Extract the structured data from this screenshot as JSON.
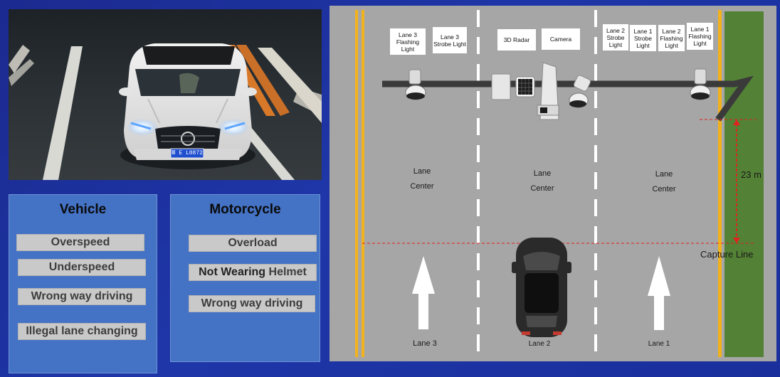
{
  "photo": {
    "plate_text": "Ⅲ E L0872"
  },
  "vehicle_panel": {
    "title": "Vehicle",
    "items": [
      "Overspeed",
      "Underspeed",
      "Wrong way driving",
      "Illegal lane changing"
    ]
  },
  "motorcycle_panel": {
    "title": "Motorcycle",
    "overload": "Overload",
    "helmet_bold": "Not Wearing",
    "helmet_rest": "Helmet",
    "wrong_way": "Wrong way driving"
  },
  "devices": {
    "lane3_flashing": "Lane 3 Flashing Light",
    "lane3_strobe": "Lane 3 Strobe Light",
    "radar": "3D Radar",
    "camera": "Camera",
    "lane2_strobe": "Lane 2 Strobe Light",
    "lane1_strobe": "Lane 1 Strobe Light",
    "lane2_flashing": "Lane 2 Flashing Light",
    "lane1_flashing": "Lane 1 Flashing Light"
  },
  "lanes": {
    "lane3_center": [
      "Lane",
      "Center"
    ],
    "lane2_center": [
      "Lane",
      "Center"
    ],
    "lane1_center": [
      "Lane",
      "Center"
    ],
    "lane3_name": "Lane 3",
    "lane2_name": "Lane 2",
    "lane1_name": "Lane 1"
  },
  "measurement": {
    "distance": "23 m",
    "capture_line": "Capture Line"
  },
  "colors": {
    "background": "#1e36a8",
    "panel": "#4472c4",
    "road": "#a6a6a6",
    "yellow_line": "#f2b21c",
    "grass": "#538135",
    "capture_line": "#e0231e"
  }
}
